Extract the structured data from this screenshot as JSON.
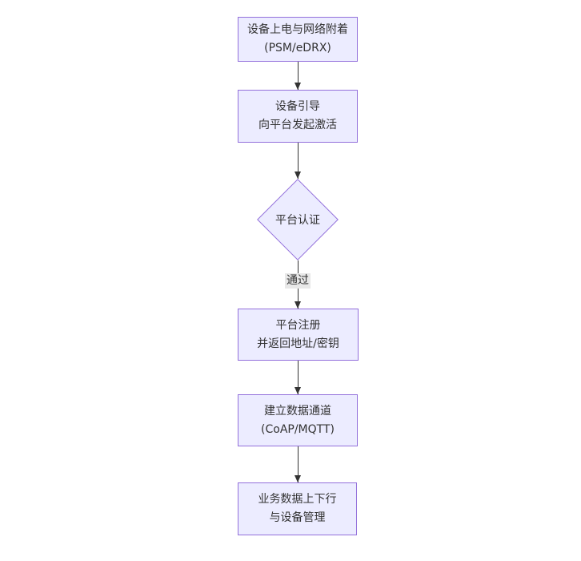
{
  "diagram": {
    "type": "flowchart",
    "direction": "top-down",
    "background": "#ffffff",
    "colors": {
      "node_fill": "#ECECFF",
      "node_border": "#9370DB",
      "node_text": "#333333",
      "arrow": "#333333",
      "edge_label_bg": "#e8e8e8"
    },
    "nodes": [
      {
        "id": "power-attach",
        "shape": "rect",
        "line1": "设备上电与网络附着",
        "line2": "(PSM/eDRX)"
      },
      {
        "id": "bootstrap",
        "shape": "rect",
        "line1": "设备引导",
        "line2": "向平台发起激活"
      },
      {
        "id": "platform-auth",
        "shape": "diamond",
        "line1": "平台认证",
        "line2": ""
      },
      {
        "id": "register",
        "shape": "rect",
        "line1": "平台注册",
        "line2": "并返回地址/密钥"
      },
      {
        "id": "data-channel",
        "shape": "rect",
        "line1": "建立数据通道",
        "line2": "(CoAP/MQTT)"
      },
      {
        "id": "business",
        "shape": "rect",
        "line1": "业务数据上下行",
        "line2": "与设备管理"
      }
    ],
    "edges": [
      {
        "from": "power-attach",
        "to": "bootstrap",
        "label": ""
      },
      {
        "from": "bootstrap",
        "to": "platform-auth",
        "label": ""
      },
      {
        "from": "platform-auth",
        "to": "register",
        "label": "通过"
      },
      {
        "from": "register",
        "to": "data-channel",
        "label": ""
      },
      {
        "from": "data-channel",
        "to": "business",
        "label": ""
      }
    ]
  }
}
